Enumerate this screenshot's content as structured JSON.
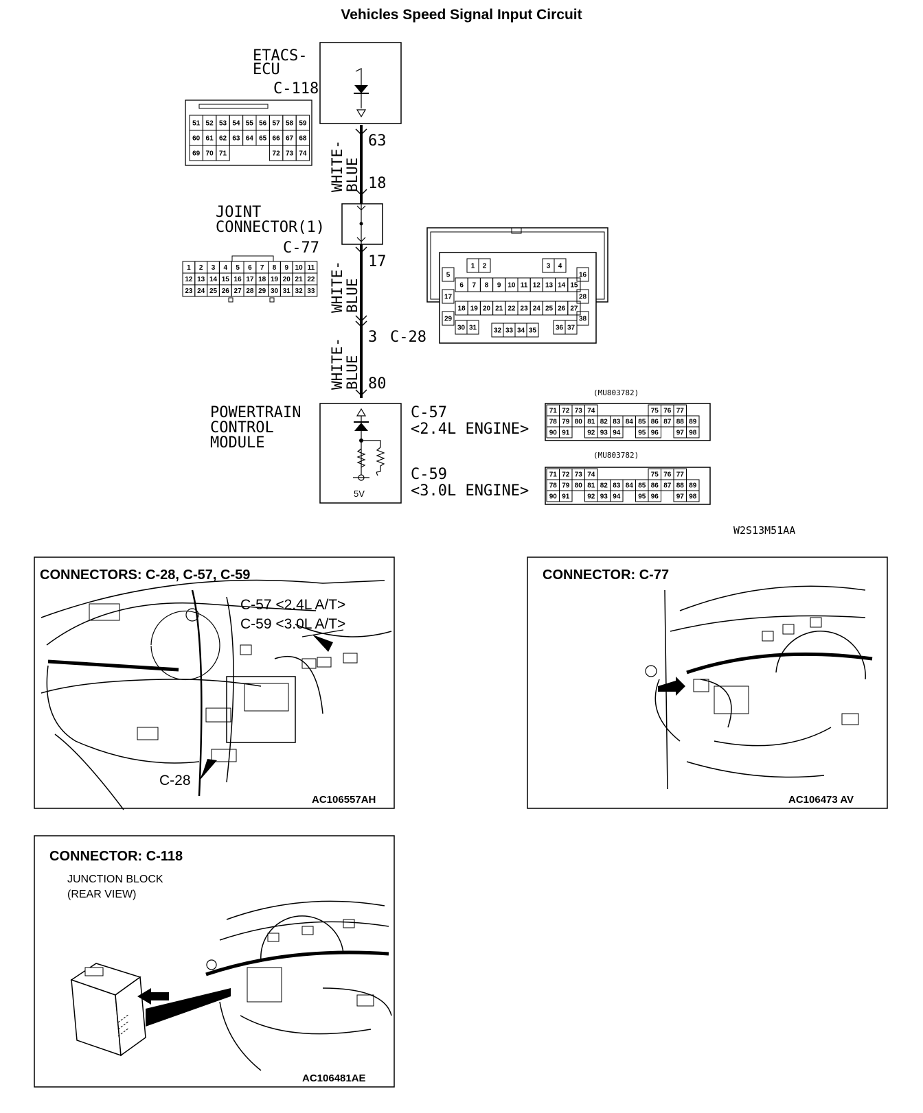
{
  "title": "Vehicles Speed Signal Input Circuit",
  "diagram_code": "W2S13M51AA",
  "etacs": {
    "name_line1": "ETACS-",
    "name_line2": "ECU",
    "connector": "C-118"
  },
  "joint": {
    "name_line1": "JOINT",
    "name_line2": "CONNECTOR(1)",
    "connector": "C-77"
  },
  "pcm": {
    "name_line1": "POWERTRAIN",
    "name_line2": "CONTROL",
    "name_line3": "MODULE",
    "voltage": "5V"
  },
  "c57": {
    "connector": "C-57",
    "variant": "<2.4L ENGINE>",
    "part_no": "(MU803782)"
  },
  "c59": {
    "connector": "C-59",
    "variant": "<3.0L ENGINE>",
    "part_no": "(MU803782)"
  },
  "c28": {
    "connector": "C-28"
  },
  "wire": {
    "color_a": "WHITE-",
    "color_b": "BLUE"
  },
  "pins": {
    "p63": "63",
    "p18": "18",
    "p17": "17",
    "p3": "3",
    "p80": "80"
  },
  "c118_rows": [
    [
      "51",
      "52",
      "53",
      "54",
      "55",
      "56",
      "57",
      "58",
      "59"
    ],
    [
      "60",
      "61",
      "62",
      "63",
      "64",
      "65",
      "66",
      "67",
      "68"
    ],
    [
      "69",
      "70",
      "71",
      "",
      "",
      "",
      "72",
      "73",
      "74"
    ]
  ],
  "c77_rows": [
    [
      "1",
      "2",
      "3",
      "4",
      "5",
      "6",
      "7",
      "8",
      "9",
      "10",
      "11"
    ],
    [
      "12",
      "13",
      "14",
      "15",
      "16",
      "17",
      "18",
      "19",
      "20",
      "21",
      "22"
    ],
    [
      "23",
      "24",
      "25",
      "26",
      "27",
      "28",
      "29",
      "30",
      "31",
      "32",
      "33"
    ]
  ],
  "pcm_conn_rows": [
    [
      "71",
      "72",
      "73",
      "74",
      "",
      "",
      "",
      "",
      "75",
      "76",
      "77"
    ],
    [
      "78",
      "79",
      "80",
      "81",
      "82",
      "83",
      "84",
      "85",
      "86",
      "87",
      "88",
      "89"
    ],
    [
      "90",
      "91",
      "",
      "92",
      "93",
      "94",
      "",
      "95",
      "96",
      "",
      "97",
      "98"
    ]
  ],
  "c28_pins": {
    "top_left": [
      "1",
      "2"
    ],
    "top_right": [
      "3",
      "4"
    ],
    "row2": [
      "6",
      "7",
      "8",
      "9",
      "10",
      "11",
      "12",
      "13",
      "14",
      "15"
    ],
    "row3": [
      "18",
      "19",
      "20",
      "21",
      "22",
      "23",
      "24",
      "25",
      "26",
      "27"
    ],
    "row4_left": [
      "30",
      "31"
    ],
    "row4_mid": [
      "32",
      "33",
      "34",
      "35"
    ],
    "row4_right": [
      "36",
      "37"
    ],
    "left_col": [
      "5",
      "17",
      "29"
    ],
    "right_col": [
      "16",
      "28",
      "38"
    ]
  },
  "panels": [
    {
      "title": "CONNECTORS: C-28, C-57, C-59",
      "labels": [
        "C-57 <2.4L A/T>",
        "C-59 <3.0L A/T>",
        "C-28"
      ],
      "code": "AC106557AH"
    },
    {
      "title": "CONNECTOR: C-77",
      "labels": [],
      "code": "AC106473 AV"
    },
    {
      "title": "CONNECTOR: C-118",
      "labels": [
        "JUNCTION BLOCK",
        "(REAR VIEW)"
      ],
      "code": "AC106481AE"
    }
  ]
}
